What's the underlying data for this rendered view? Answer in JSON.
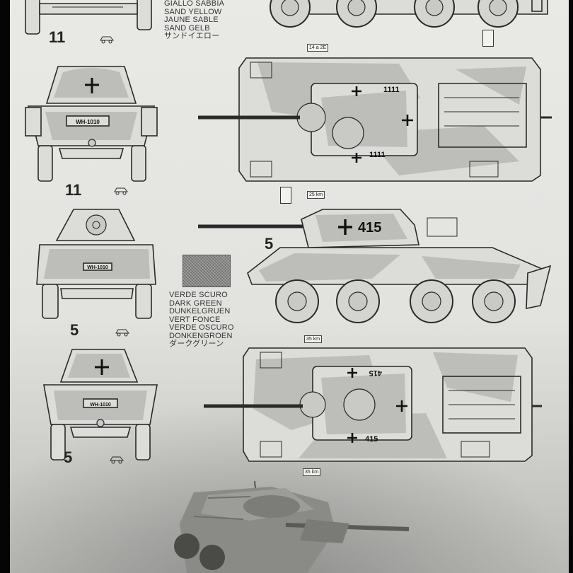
{
  "labels": {
    "front_11": "11",
    "rear_11": "11",
    "front_5": "5",
    "rear_5": "5",
    "side_5": "5"
  },
  "color_sand": [
    "GIALLO SABBIA",
    "SAND YELLOW",
    "JAUNE SABLE",
    "SAND GELB",
    "サンドイエロー"
  ],
  "color_green": [
    "VERDE SCURO",
    "DARK GREEN",
    "DUNKELGRUEN",
    "VERT FONCE",
    "VERDE OSCURO",
    "DONKENGROEN",
    "ダークグリーン"
  ],
  "markings": {
    "turret_number": "415",
    "top_number_1": "1111",
    "top_number_2": "1111",
    "bottom_number_1": "415",
    "bottom_number_2": "415",
    "plate_text": "WH-1010"
  },
  "decal_tags": {
    "tag_top_1": "14 a 2E",
    "tag_top_2": "25 km",
    "tag_bottom_1": "35 km",
    "tag_bottom_2": "35 km"
  },
  "colors": {
    "paper": "#e6e6e3",
    "ink": "#2a2a2a",
    "camo": "#b5b5b2",
    "background": "#050505"
  }
}
